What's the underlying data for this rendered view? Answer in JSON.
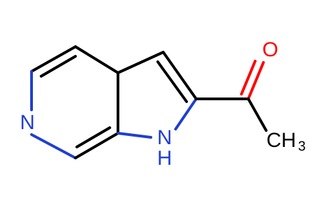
{
  "molecule": {
    "atoms": {
      "n_pyridine": {
        "symbol": "N",
        "color": "#1f3fcf"
      },
      "nh": {
        "symbol": "N",
        "h": "H",
        "color": "#1f3fcf"
      },
      "o": {
        "symbol": "O",
        "color": "#ff0000"
      },
      "ch3": {
        "symbol": "CH",
        "sub": "3",
        "color": "#000000"
      }
    }
  }
}
